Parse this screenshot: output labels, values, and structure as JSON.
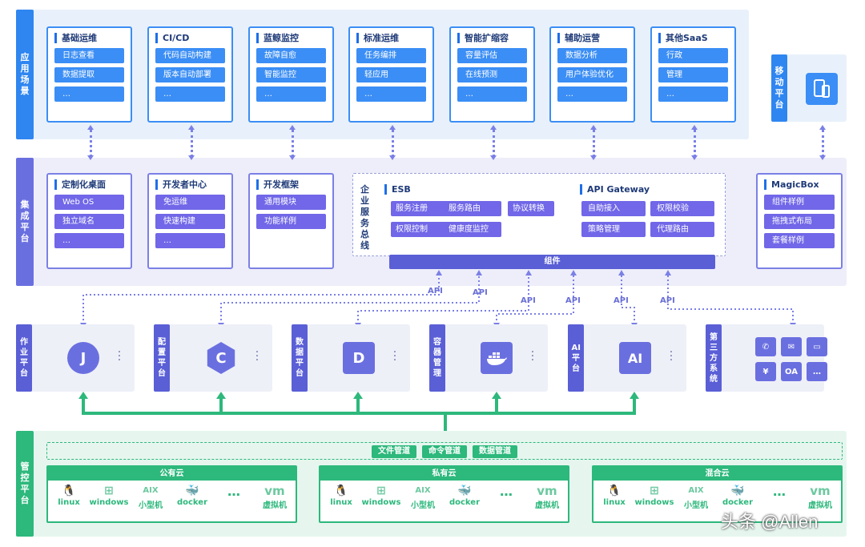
{
  "layers": {
    "app": "应用场景",
    "integration": "集成平台",
    "job": "作业平台",
    "control": "管控平台",
    "mobile": "移动平台"
  },
  "app_cards": [
    {
      "title": "基础运维",
      "items": [
        "日志查看",
        "数据提取",
        "…"
      ]
    },
    {
      "title": "CI/CD",
      "items": [
        "代码自动构建",
        "版本自动部署",
        "…"
      ]
    },
    {
      "title": "蓝鲸监控",
      "items": [
        "故障自愈",
        "智能监控",
        "…"
      ]
    },
    {
      "title": "标准运维",
      "items": [
        "任务编排",
        "轻应用",
        "…"
      ]
    },
    {
      "title": "智能扩缩容",
      "items": [
        "容量评估",
        "在线预测",
        "…"
      ]
    },
    {
      "title": "辅助运营",
      "items": [
        "数据分析",
        "用户体验优化",
        "…"
      ]
    },
    {
      "title": "其他SaaS",
      "items": [
        "行政",
        "管理",
        "…"
      ]
    }
  ],
  "integration_cards": [
    {
      "title": "定制化桌面",
      "items": [
        "Web OS",
        "独立域名",
        "…"
      ]
    },
    {
      "title": "开发者中心",
      "items": [
        "免运维",
        "快速构建",
        "…"
      ]
    },
    {
      "title": "开发框架",
      "items": [
        "通用模块",
        "功能样例"
      ]
    }
  ],
  "esb": {
    "side": "企业服务总线",
    "esb_title": "ESB",
    "esb_items": [
      "服务注册",
      "服务路由",
      "协议转换",
      "权限控制",
      "健康度监控"
    ],
    "gw_title": "API Gateway",
    "gw_items": [
      "自助接入",
      "权限校验",
      "策略管理",
      "代理路由"
    ],
    "component": "组件"
  },
  "magicbox": {
    "title": "MagicBox",
    "items": [
      "组件样例",
      "拖拽式布局",
      "套餐样例"
    ]
  },
  "api_label": "API",
  "platforms": [
    {
      "label": "作业平台",
      "icon": "J"
    },
    {
      "label": "配置平台",
      "icon": "C"
    },
    {
      "label": "数据平台",
      "icon": "D"
    },
    {
      "label": "容器管理",
      "icon": "docker"
    },
    {
      "label": "AI平台",
      "icon": "AI"
    },
    {
      "label": "第三方系统",
      "icon": "apps"
    }
  ],
  "third_party_icons": [
    "wechat-icon",
    "mail-icon",
    "message-icon",
    "yen-icon",
    "OA",
    "…"
  ],
  "control": {
    "pipes": [
      "文件管道",
      "命令管道",
      "数据管道"
    ],
    "clouds": [
      "公有云",
      "私有云",
      "混合云"
    ],
    "os": [
      "linux",
      "windows",
      "小型机",
      "docker",
      "…",
      "虚拟机"
    ],
    "aix": "AIX",
    "vm": "vm"
  },
  "watermark": "头条 @Allen",
  "colors": {
    "app_band": "#e8f1fb",
    "app_tab": "#2f86f0",
    "int_band": "#eeeefa",
    "int_tab": "#6a6fe0",
    "control_green": "#2db87c"
  }
}
